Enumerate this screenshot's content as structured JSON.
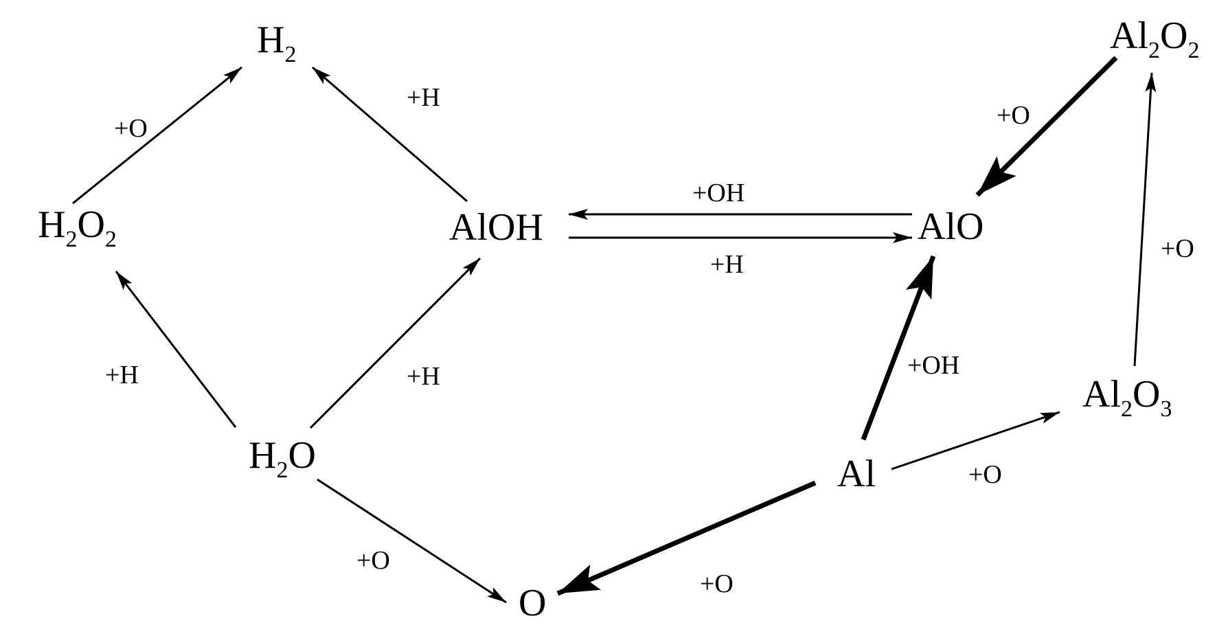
{
  "colors": {
    "ink": "#000000",
    "background": "#ffffff"
  },
  "nodes": {
    "h2": {
      "base": "H",
      "sub1": "2"
    },
    "h2o2": {
      "p1": "H",
      "sub1": "2",
      "p2": "O",
      "sub2": "2"
    },
    "h2o": {
      "p1": "H",
      "sub1": "2",
      "p2": "O"
    },
    "aloh": {
      "label": "AlOH"
    },
    "alo": {
      "label": "AlO"
    },
    "al": {
      "label": "Al"
    },
    "o": {
      "label": "O"
    },
    "al2o2": {
      "p1": "Al",
      "sub1": "2",
      "p2": "O",
      "sub2": "2"
    },
    "al2o3": {
      "p1": "Al",
      "sub1": "2",
      "p2": "O",
      "sub2": "3"
    }
  },
  "edges": [
    {
      "id": "h2o2-to-h2",
      "label": "+O",
      "weight": "thin"
    },
    {
      "id": "aloh-to-h2",
      "label": "+H",
      "weight": "thin"
    },
    {
      "id": "h2o-to-h2o2",
      "label": "+H",
      "weight": "thin"
    },
    {
      "id": "h2o-to-aloh",
      "label": "+H",
      "weight": "thin"
    },
    {
      "id": "h2o-to-o",
      "label": "+O",
      "weight": "thin"
    },
    {
      "id": "alo-to-aloh",
      "label": "+OH",
      "weight": "thin"
    },
    {
      "id": "aloh-to-alo",
      "label": "+H",
      "weight": "thin"
    },
    {
      "id": "al2o2-to-alo",
      "label": "+O",
      "weight": "thick"
    },
    {
      "id": "al2o3-to-al2o2",
      "label": "+O",
      "weight": "thin"
    },
    {
      "id": "al-to-alo",
      "label": "+OH",
      "weight": "thick"
    },
    {
      "id": "al-to-al2o3",
      "label": "+O",
      "weight": "thin"
    },
    {
      "id": "al-to-o",
      "label": "+O",
      "weight": "thick"
    }
  ]
}
